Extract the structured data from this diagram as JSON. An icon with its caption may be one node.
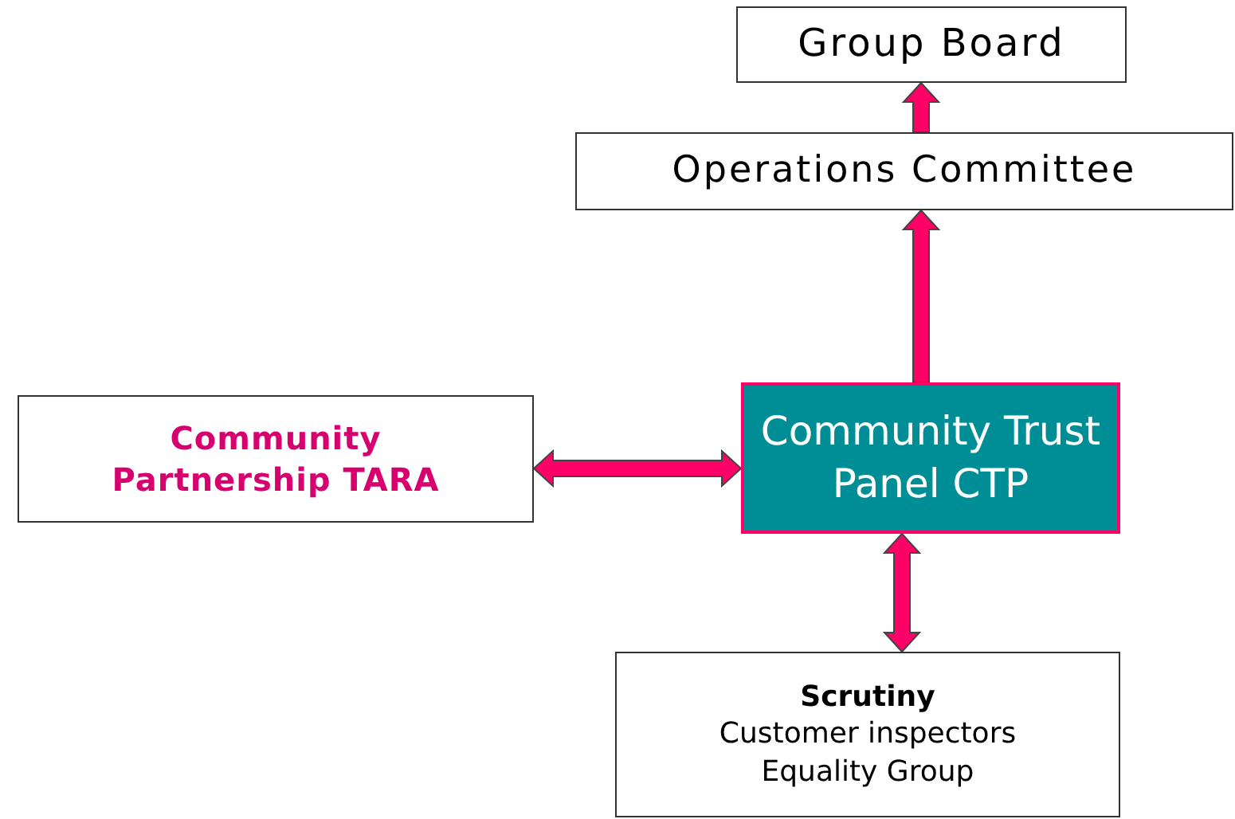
{
  "diagram": {
    "nodes": [
      {
        "text": [
          "Group Board"
        ]
      },
      {
        "text": [
          "Operations Committee"
        ]
      },
      {
        "text": [
          "Community Trust Panel CTP"
        ]
      },
      {
        "text": [
          "Community Partnership TARA"
        ]
      },
      {
        "text": [
          "Scrutiny",
          "Customer inspectors",
          "Equality Group"
        ]
      }
    ],
    "edges": [
      {
        "from": 1,
        "to": 0,
        "arrow": "to"
      },
      {
        "from": 2,
        "to": 1,
        "arrow": "to"
      },
      {
        "from": 3,
        "to": 2,
        "arrow": "both"
      },
      {
        "from": 2,
        "to": 4,
        "arrow": "both"
      }
    ]
  }
}
